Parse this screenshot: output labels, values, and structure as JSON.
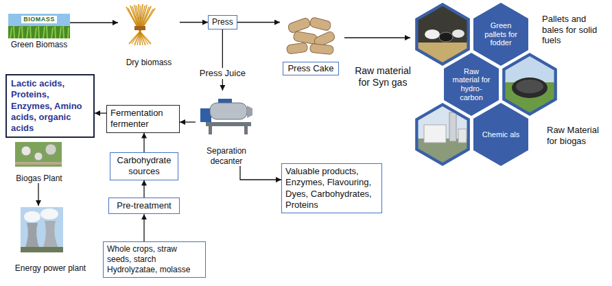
{
  "diagram": {
    "nodes": [
      {
        "text": [
          "BIOMASS",
          "Green Biomass"
        ]
      },
      {
        "text": [
          "Dry biomass"
        ]
      },
      {
        "text": [
          "Press"
        ]
      },
      {
        "text": [
          "Press Cake"
        ]
      },
      {
        "text": [
          "Green pallets for fodder"
        ]
      },
      {
        "text": [
          "Raw material for hydro-carbon"
        ]
      },
      {
        "text": [
          "Chemic als"
        ]
      },
      {
        "text": [
          "Lactic acids, Proteins, Enzymes, Amino acids, organic acids"
        ]
      },
      {
        "text": [
          "Fermentation fermenter"
        ]
      },
      {
        "text": [
          "Separation decanter"
        ]
      },
      {
        "text": [
          "Biogas Plant"
        ]
      },
      {
        "text": [
          "Carbohydrate sources"
        ]
      },
      {
        "text": [
          "Valuable products, Enzymes, Flavouring, Dyes, Carbohydrates, Proteins"
        ]
      },
      {
        "text": [
          "Pre-treatment"
        ]
      },
      {
        "text": [
          "Energy power plant"
        ]
      },
      {
        "text": [
          "Whole crops, straw seeds, starch Hydrolyzatae, molasse"
        ]
      }
    ],
    "edges": [
      {
        "from": 0,
        "to": 1,
        "arrow": "to"
      },
      {
        "from": 1,
        "to": 2,
        "arrow": "to"
      },
      {
        "from": 2,
        "to": 3,
        "arrow": "to"
      },
      {
        "from": 2,
        "to": 9,
        "label": "Press Juice",
        "arrow": "to"
      },
      {
        "from": 9,
        "to": 8,
        "arrow": "to"
      },
      {
        "from": 9,
        "to": 12,
        "arrow": "to"
      },
      {
        "from": 8,
        "to": 7,
        "arrow": "to"
      },
      {
        "from": 11,
        "to": 8,
        "arrow": "to"
      },
      {
        "from": 13,
        "to": 11,
        "arrow": "to"
      },
      {
        "from": 15,
        "to": 13,
        "arrow": "to"
      },
      {
        "from": 10,
        "to": 14,
        "arrow": "to"
      }
    ],
    "labels": [
      "Pallets and bales for solid fuels",
      "Raw material for Syn gas",
      "Raw Material for biogas"
    ]
  }
}
